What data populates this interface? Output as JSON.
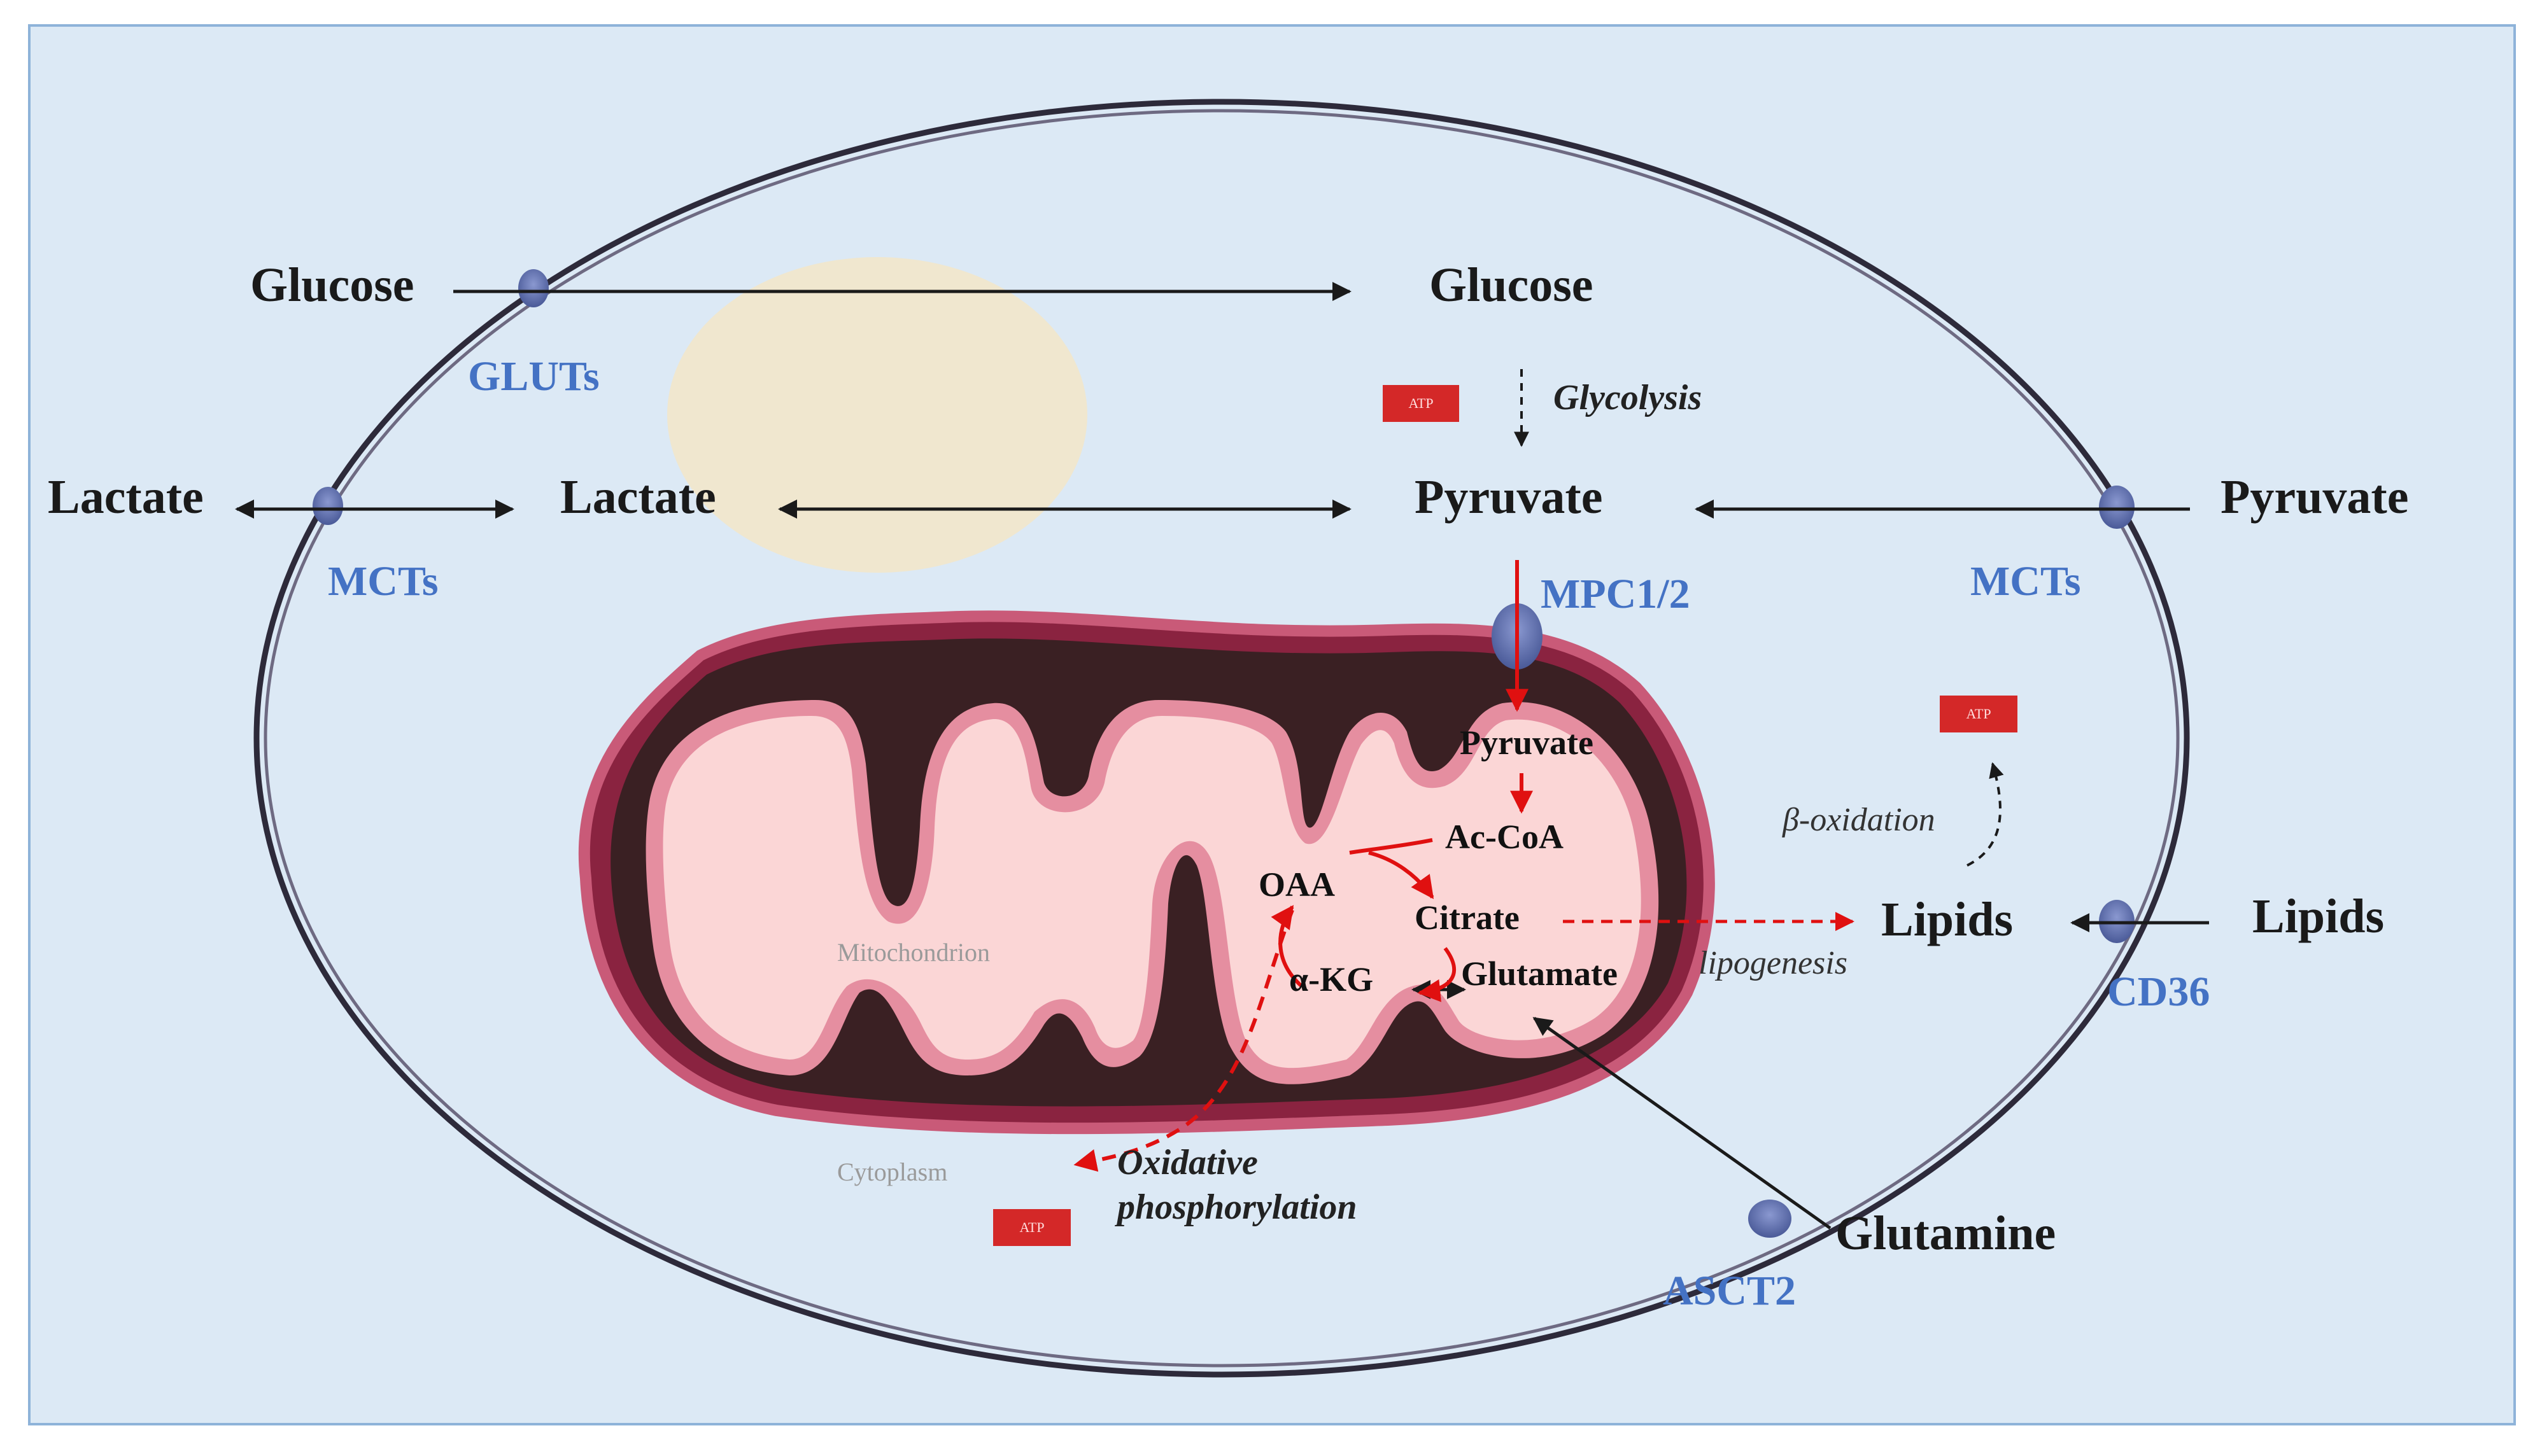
{
  "outside": {
    "glucose": "Glucose",
    "lactate": "Lactate",
    "pyruvate": "Pyruvate",
    "lipids": "Lipids",
    "glutamine": "Glutamine"
  },
  "transporters": {
    "gluts": "GLUTs",
    "mcts_left": "MCTs",
    "mcts_right": "MCTs",
    "mpc": "MPC1/2",
    "cd36": "CD36",
    "asct2": "ASCT2"
  },
  "cytoplasm": {
    "glucose": "Glucose",
    "lactate": "Lactate",
    "pyruvate": "Pyruvate",
    "lipids": "Lipids",
    "label": "Cytoplasm"
  },
  "mitochondrion": {
    "label": "Mitochondrion",
    "pyruvate": "Pyruvate",
    "accoa": "Ac-CoA",
    "oaa": "OAA",
    "citrate": "Citrate",
    "akg": "α-KG",
    "glutamate": "Glutamate"
  },
  "processes": {
    "glycolysis": "Glycolysis",
    "beta_oxidation": "β-oxidation",
    "lipogenesis": "lipogenesis",
    "oxphos_line1": "Oxidative",
    "oxphos_line2": "phosphorylation"
  },
  "atp": {
    "label": "ATP"
  },
  "colors": {
    "background": "#dce9f5",
    "frame": "#8eb3d9",
    "membrane": "#2d2a3a",
    "transporter": "#5a6aa8",
    "nucleus": "#f3e6c8",
    "mito_outer": "#8a2340",
    "mito_inner": "#f7c9cb",
    "mito_dark": "#3a2023",
    "red_arrow": "#e01010",
    "atp_box": "#d42828",
    "blue_text": "#4472c4"
  }
}
